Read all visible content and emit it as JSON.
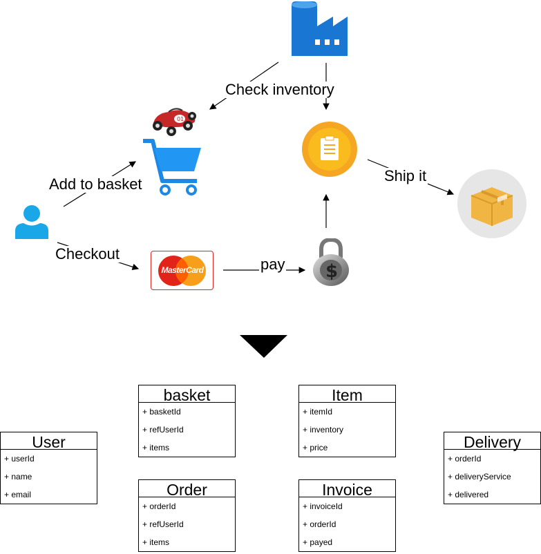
{
  "flow": {
    "check_inventory": "Check inventory",
    "add_to_basket": "Add to basket",
    "checkout": "Checkout",
    "pay": "pay",
    "ship_it": "Ship it",
    "card_brand": "MasterCard"
  },
  "classes": [
    {
      "title": "User",
      "fields": [
        "+ userId",
        "+ name",
        "+ email"
      ]
    },
    {
      "title": "basket",
      "fields": [
        "+ basketId",
        "+ refUserId",
        "+ items"
      ]
    },
    {
      "title": "Order",
      "fields": [
        "+ orderId",
        "+ refUserId",
        "+ items"
      ]
    },
    {
      "title": "Item",
      "fields": [
        "+ itemId",
        "+ inventory",
        "+ price"
      ]
    },
    {
      "title": "Invoice",
      "fields": [
        "+ invoiceId",
        "+ orderId",
        "+ payed"
      ]
    },
    {
      "title": "Delivery",
      "fields": [
        "+ orderId",
        "+ deliveryService",
        "+ delivered"
      ]
    }
  ],
  "colors": {
    "factory": "#1976d2",
    "user": "#1aa7e8",
    "cart": "#1e88e5",
    "order_badge": "#f5a623",
    "mastercard_red": "#e2231a",
    "mastercard_orange": "#f79e1b"
  },
  "icons": [
    "factory-icon",
    "toy-car-icon",
    "shopping-cart-icon",
    "user-icon",
    "mastercard-icon",
    "padlock-dollar-icon",
    "order-checklist-icon",
    "package-box-icon",
    "down-triangle-icon"
  ]
}
